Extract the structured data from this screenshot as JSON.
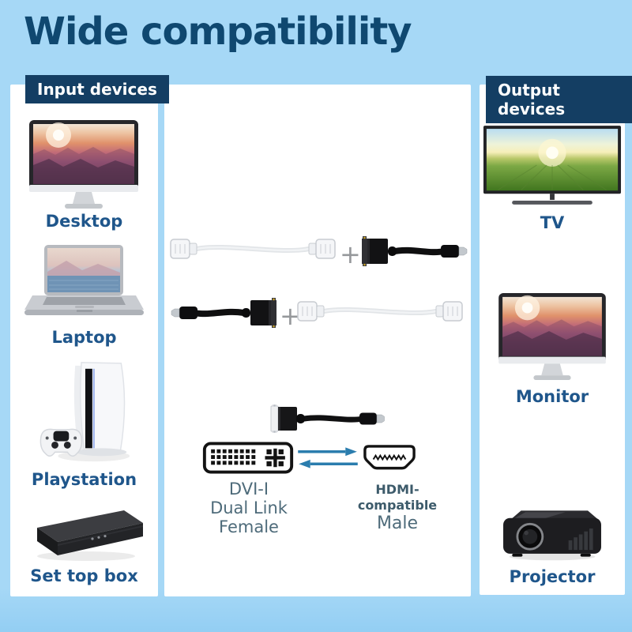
{
  "title": "Wide compatibility",
  "badges": {
    "input": "Input devices",
    "output": "Output devices"
  },
  "input_devices": [
    {
      "label": "Desktop",
      "icon": "desktop-image"
    },
    {
      "label": "Laptop",
      "icon": "laptop-image"
    },
    {
      "label": "Playstation",
      "icon": "playstation-image"
    },
    {
      "label": "Set top box",
      "icon": "set-top-box-image"
    }
  ],
  "output_devices": [
    {
      "label": "TV",
      "icon": "tv-image"
    },
    {
      "label": "Monitor",
      "icon": "monitor-image"
    },
    {
      "label": "Projector",
      "icon": "projector-image"
    }
  ],
  "center": {
    "plus": "+",
    "row1": {
      "left_item": "dvi-dual-link-cable",
      "right_item": "dvi-female-to-hdmi-male-adapter"
    },
    "row2": {
      "left_item": "hdmi-male-to-dvi-female-adapter",
      "right_item": "dvi-dual-link-cable"
    },
    "diagram": {
      "adapter_item": "dvi-to-hdmi-adapter",
      "left_lines": [
        "DVI-I",
        "Dual Link",
        "Female"
      ],
      "right_bold": "HDMI-compatible",
      "right_plain": "Male"
    }
  },
  "colors": {
    "background": "#a6d8f6",
    "panel": "#ffffff",
    "badge_bg": "#143e63",
    "title": "#0f4870",
    "device_label": "#1f568b",
    "arrow": "#2b7dae",
    "muted_label": "#4e6b7a",
    "plus": "#96989b"
  }
}
